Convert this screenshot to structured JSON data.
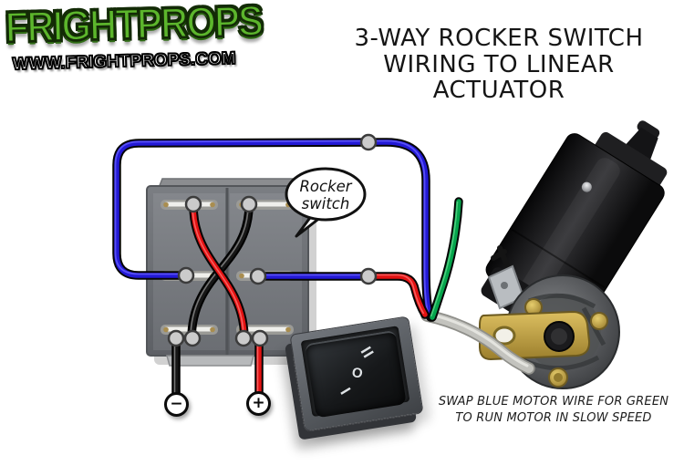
{
  "page": {
    "background": "#ffffff"
  },
  "header": {
    "logo": {
      "brand": "FRIGHTPROPS",
      "website": "WWW.FRIGHTPROPS.COM",
      "brand_color": "#5cb62c"
    },
    "title_lines": [
      "3-WAY ROCKER SWITCH",
      "WIRING TO LINEAR",
      "ACTUATOR"
    ]
  },
  "diagram": {
    "callout": {
      "lines": [
        "Rocker",
        "switch"
      ]
    },
    "power_terminals": {
      "negative": "−",
      "positive": "+"
    },
    "rocker_switch_photo": {
      "marks_top_to_bottom": [
        "II",
        "O",
        "I"
      ]
    },
    "note_lines": [
      "SWAP BLUE MOTOR WIRE FOR GREEN",
      "TO RUN MOTOR IN SLOW SPEED"
    ],
    "colors": {
      "wire_blue": "#2319d6",
      "wire_red": "#e31212",
      "wire_green": "#05a54c",
      "wire_black": "#0d0d0d",
      "cable_sheath": "#c3c3be",
      "connector_fill": "#cbcbcb",
      "connector_border": "#3c3c3c"
    }
  }
}
